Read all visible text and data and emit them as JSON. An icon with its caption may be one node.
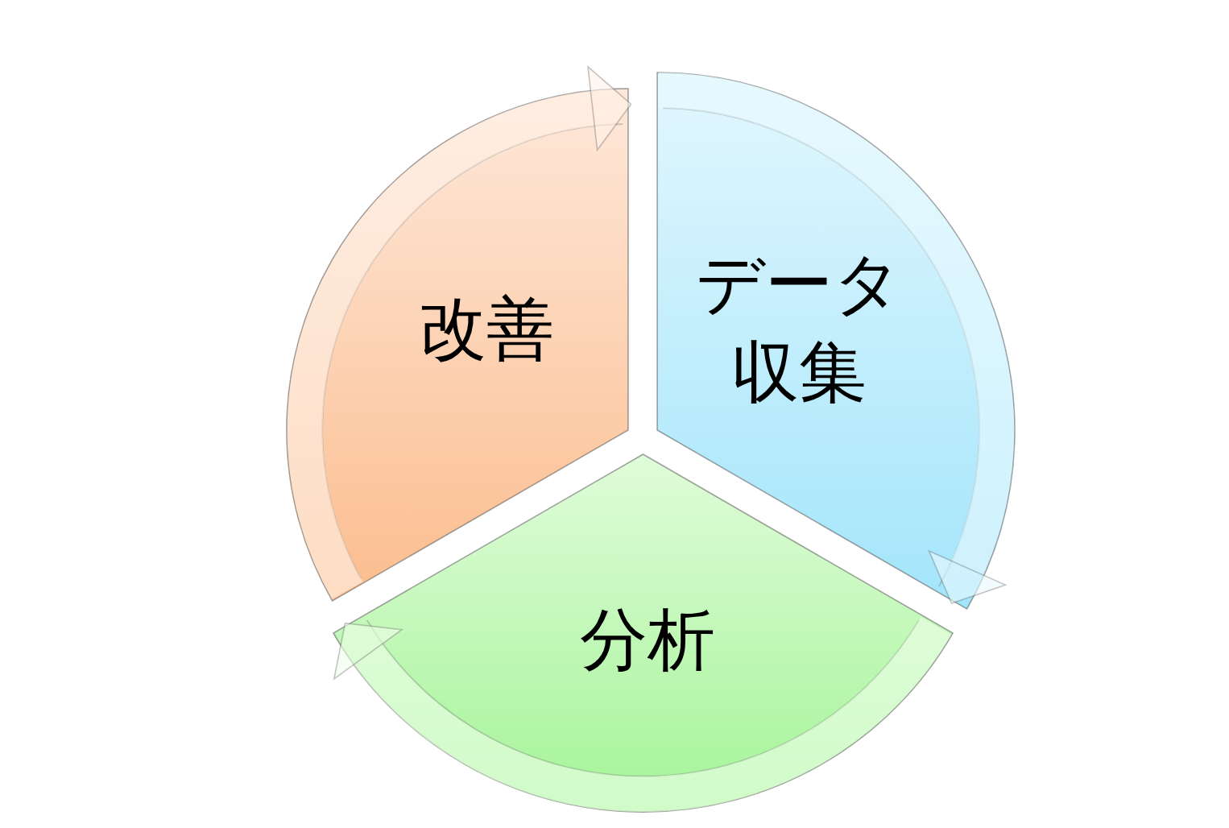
{
  "diagram": {
    "nodes": [
      {
        "text": [
          "データ収集"
        ]
      },
      {
        "text": [
          "分析"
        ]
      },
      {
        "text": [
          "改善"
        ]
      }
    ],
    "edges": [
      {
        "from": 0,
        "to": 1,
        "arrow": "to",
        "color": "#eafaff"
      },
      {
        "from": 1,
        "to": 2,
        "arrow": "to",
        "color": "#efffea"
      },
      {
        "from": 2,
        "to": 0,
        "arrow": "to",
        "color": "#fff2e8"
      }
    ]
  }
}
